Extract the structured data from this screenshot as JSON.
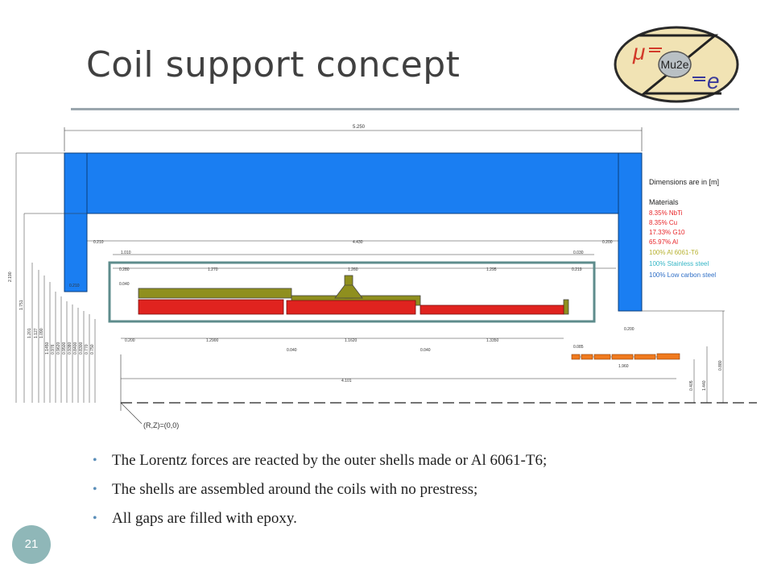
{
  "slide": {
    "title": "Coil support concept",
    "page_number": "21"
  },
  "logo": {
    "text": "Mu2e",
    "mu_symbol": "μ",
    "e_symbol": "e"
  },
  "figure": {
    "dimension_labels": {
      "overall_width": "5.250",
      "inner_gap_left": "0.210",
      "inner_gap_right": "0.200",
      "inner_length": "4.430",
      "shell_left": "1.010",
      "shell_right": "0.030",
      "coil1_offset": "0.280",
      "coil1_len": "1.270",
      "coil2_len": "1.260",
      "coil3_len": "1.295",
      "end_gap": "0.219",
      "small_gap": "0.040",
      "bottom_left": "0.200",
      "seg1": "1.2900",
      "seg2": "1.1620",
      "seg3": "1.3350",
      "gap1": "0.040",
      "gap2": "0.040",
      "left_leg": "0.210",
      "right_leg": "0.200",
      "bottom_span": "4.101",
      "small_span": "1.960",
      "small_part": "0.085",
      "h1": "0.405",
      "h2": "1.440",
      "h3": "0.880",
      "origin": "(R,Z)=(0,0)"
    },
    "vertical_dims": [
      "2.190",
      "1.751",
      "1.201",
      "1.127",
      "1.090",
      "1.1450",
      "0.976",
      "0.9620",
      "0.9500",
      "0.9380",
      "0.8400",
      "0.8300",
      "0.770",
      "0.750"
    ],
    "legend": {
      "dimensions_note": "Dimensions are in [m]",
      "materials_title": "Materials",
      "items": [
        {
          "label": "8.35% NbTi",
          "color": "#e8262a"
        },
        {
          "label": "8.35% Cu",
          "color": "#e8262a"
        },
        {
          "label": "17.33% G10",
          "color": "#e8262a"
        },
        {
          "label": "65.97% Al",
          "color": "#e8262a"
        },
        {
          "label": "100% Al 6061-T6",
          "color": "#b8b232"
        },
        {
          "label": "100% Stainless steel",
          "color": "#35b6c6"
        },
        {
          "label": "100% Low carbon steel",
          "color": "#2f6fc6"
        }
      ]
    },
    "colors": {
      "iron_yoke": "#1a7ef2",
      "coil": "#e0231f",
      "shell": "#8f8f1e",
      "stainless": "#5e8c8c",
      "outer_parts": "#f07a1e"
    }
  },
  "bullets": [
    "The Lorentz forces are reacted by the outer shells made or Al 6061-T6;",
    "The shells are assembled around the coils with no prestress;",
    "All gaps are filled with epoxy."
  ]
}
